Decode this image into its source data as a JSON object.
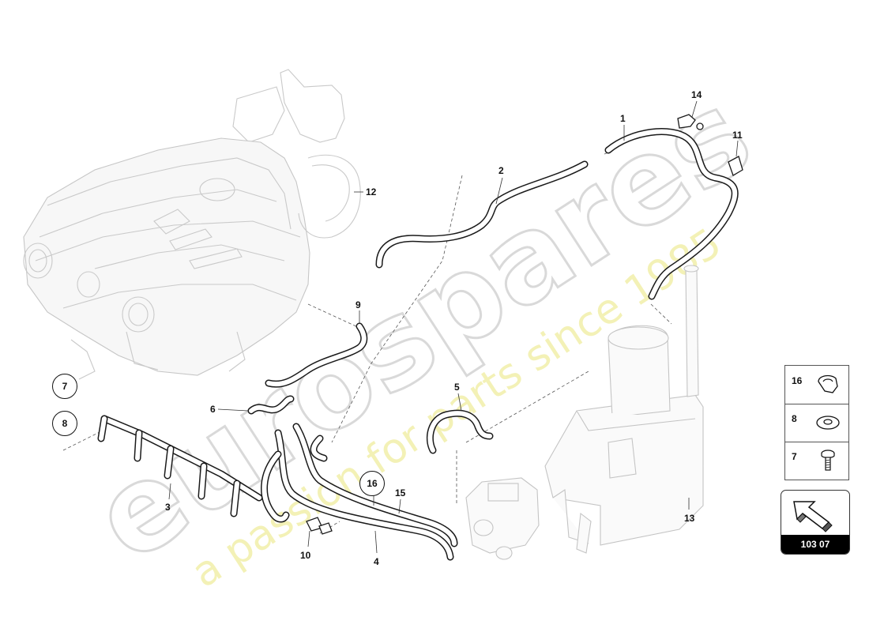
{
  "watermark": {
    "brand": "eurospares",
    "tagline": "a passion for parts since 1985"
  },
  "callouts": {
    "c1": "1",
    "c2": "2",
    "c3": "3",
    "c4": "4",
    "c5": "5",
    "c6": "6",
    "c9": "9",
    "c10": "10",
    "c11": "11",
    "c12": "12",
    "c13": "13",
    "c14": "14",
    "c15": "15"
  },
  "circled": {
    "c7": "7",
    "c8": "8",
    "c16": "16"
  },
  "legend": {
    "rows": [
      {
        "num": "16",
        "icon": "clip-icon"
      },
      {
        "num": "8",
        "icon": "washer-icon"
      },
      {
        "num": "7",
        "icon": "screw-icon"
      }
    ]
  },
  "section_ref": {
    "label": "103 07",
    "icon": "direction-arrow-icon"
  }
}
